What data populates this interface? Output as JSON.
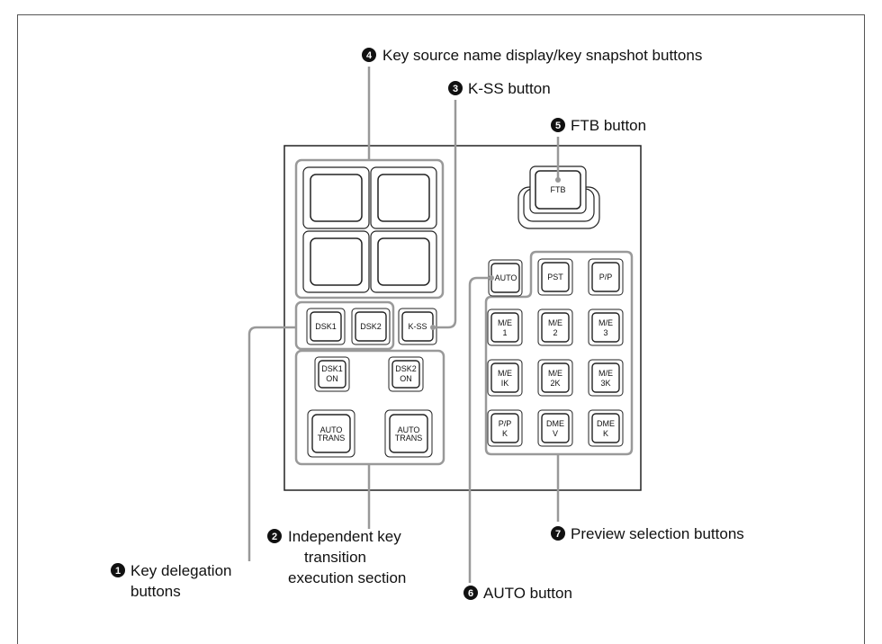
{
  "panel": {
    "ftb": "FTB",
    "auto": "AUTO",
    "dsk1": "DSK1",
    "dsk2": "DSK2",
    "kss": "K-SS",
    "dsk1_on": [
      "DSK1",
      "ON"
    ],
    "dsk2_on": [
      "DSK2",
      "ON"
    ],
    "auto_trans_1": [
      "AUTO",
      "TRANS"
    ],
    "auto_trans_2": [
      "AUTO",
      "TRANS"
    ],
    "pst": "PST",
    "pp": "P/P",
    "me1": [
      "M/E",
      "1"
    ],
    "me2": [
      "M/E",
      "2"
    ],
    "me3": [
      "M/E",
      "3"
    ],
    "me_ik": [
      "M/E",
      "IK"
    ],
    "me_2k": [
      "M/E",
      "2K"
    ],
    "me_3k": [
      "M/E",
      "3K"
    ],
    "pp_k": [
      "P/P",
      "K"
    ],
    "dme_v": [
      "DME",
      "V"
    ],
    "dme_k": [
      "DME",
      "K"
    ]
  },
  "callouts": {
    "c1": {
      "num": "1",
      "lines": [
        "Key delegation",
        "buttons"
      ]
    },
    "c2": {
      "num": "2",
      "lines": [
        "Independent key",
        "transition",
        "execution section"
      ]
    },
    "c3": {
      "num": "3",
      "lines": [
        "K-SS button"
      ]
    },
    "c4": {
      "num": "4",
      "lines": [
        "Key source name display/key snapshot buttons"
      ]
    },
    "c5": {
      "num": "5",
      "lines": [
        "FTB button"
      ]
    },
    "c6": {
      "num": "6",
      "lines": [
        "AUTO button"
      ]
    },
    "c7": {
      "num": "7",
      "lines": [
        "Preview selection buttons"
      ]
    }
  }
}
